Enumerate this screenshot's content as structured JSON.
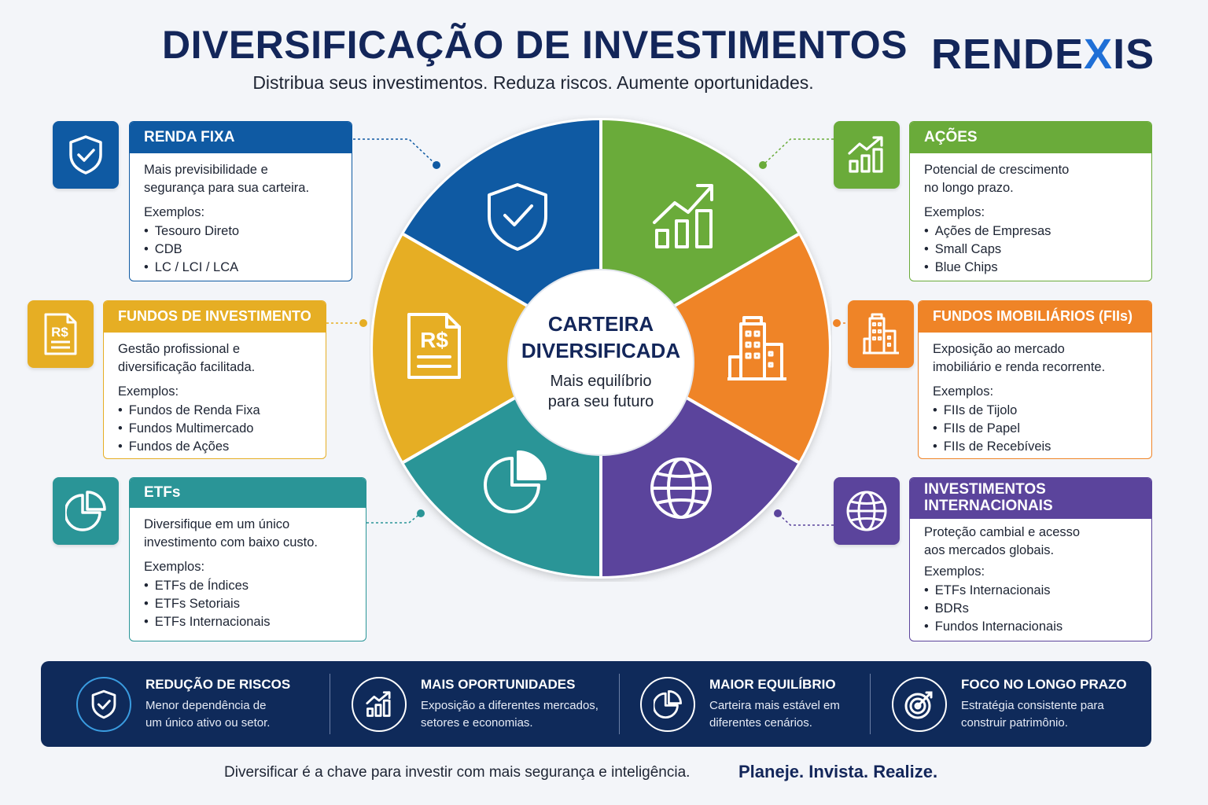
{
  "header": {
    "title": "DIVERSIFICAÇÃO DE INVESTIMENTOS",
    "subtitle": "Distribua seus investimentos. Reduza riscos. Aumente oportunidades.",
    "brand_part1": "RENDE",
    "brand_x": "X",
    "brand_part2": "IS"
  },
  "center": {
    "title_line1": "CARTEIRA",
    "title_line2": "DIVERSIFICADA",
    "sub_line1": "Mais equilíbrio",
    "sub_line2": "para seu futuro"
  },
  "colors": {
    "blue": "#0f5aa3",
    "green": "#6aab3a",
    "yellow": "#e6ae24",
    "orange": "#ef8427",
    "teal": "#2a9597",
    "purple": "#5b449c",
    "navy": "#13265a"
  },
  "categories": {
    "renda_fixa": {
      "title": "RENDA FIXA",
      "icon": "shield-check-icon",
      "desc_1": "Mais previsibilidade e",
      "desc_2": "segurança para sua carteira.",
      "examples_label": "Exemplos:",
      "items": [
        "Tesouro Direto",
        "CDB",
        "LC / LCI / LCA"
      ]
    },
    "acoes": {
      "title": "AÇÕES",
      "icon": "growth-chart-icon",
      "desc_1": "Potencial de crescimento",
      "desc_2": "no longo prazo.",
      "examples_label": "Exemplos:",
      "items": [
        "Ações de Empresas",
        "Small Caps",
        "Blue Chips"
      ]
    },
    "fundos": {
      "title": "FUNDOS DE INVESTIMENTO",
      "icon": "document-money-icon",
      "desc_1": "Gestão profissional e",
      "desc_2": "diversificação facilitada.",
      "examples_label": "Exemplos:",
      "items": [
        "Fundos de Renda Fixa",
        "Fundos Multimercado",
        "Fundos de Ações"
      ]
    },
    "fiis": {
      "title": "FUNDOS IMOBILIÁRIOS (FIIs)",
      "icon": "building-icon",
      "desc_1": "Exposição ao mercado",
      "desc_2": "imobiliário e renda recorrente.",
      "examples_label": "Exemplos:",
      "items": [
        "FIIs de Tijolo",
        "FIIs de Papel",
        "FIIs de Recebíveis"
      ]
    },
    "etfs": {
      "title": "ETFs",
      "icon": "pie-chart-icon",
      "desc_1": "Diversifique em um único",
      "desc_2": "investimento com baixo custo.",
      "examples_label": "Exemplos:",
      "items": [
        "ETFs de Índices",
        "ETFs Setoriais",
        "ETFs Internacionais"
      ]
    },
    "internacionais": {
      "title_1": "INVESTIMENTOS",
      "title_2": "INTERNACIONAIS",
      "icon": "globe-icon",
      "desc_1": "Proteção cambial e acesso",
      "desc_2": "aos mercados globais.",
      "examples_label": "Exemplos:",
      "items": [
        "ETFs Internacionais",
        "BDRs",
        "Fundos Internacionais"
      ]
    }
  },
  "benefits": [
    {
      "title": "REDUÇÃO DE RISCOS",
      "desc_1": "Menor dependência de",
      "desc_2": "um único ativo ou setor.",
      "icon": "shield-check-icon"
    },
    {
      "title": "MAIS OPORTUNIDADES",
      "desc_1": "Exposição a diferentes mercados,",
      "desc_2": "setores e economias.",
      "icon": "growth-chart-icon"
    },
    {
      "title": "MAIOR EQUILÍBRIO",
      "desc_1": "Carteira mais estável em",
      "desc_2": "diferentes cenários.",
      "icon": "pie-chart-icon"
    },
    {
      "title": "FOCO NO LONGO PRAZO",
      "desc_1": "Estratégia consistente para",
      "desc_2": "construir patrimônio.",
      "icon": "target-icon"
    }
  ],
  "footer": {
    "text": "Diversificar é a chave para investir com mais segurança e inteligência.",
    "tagline": "Planeje. Invista. Realize."
  }
}
